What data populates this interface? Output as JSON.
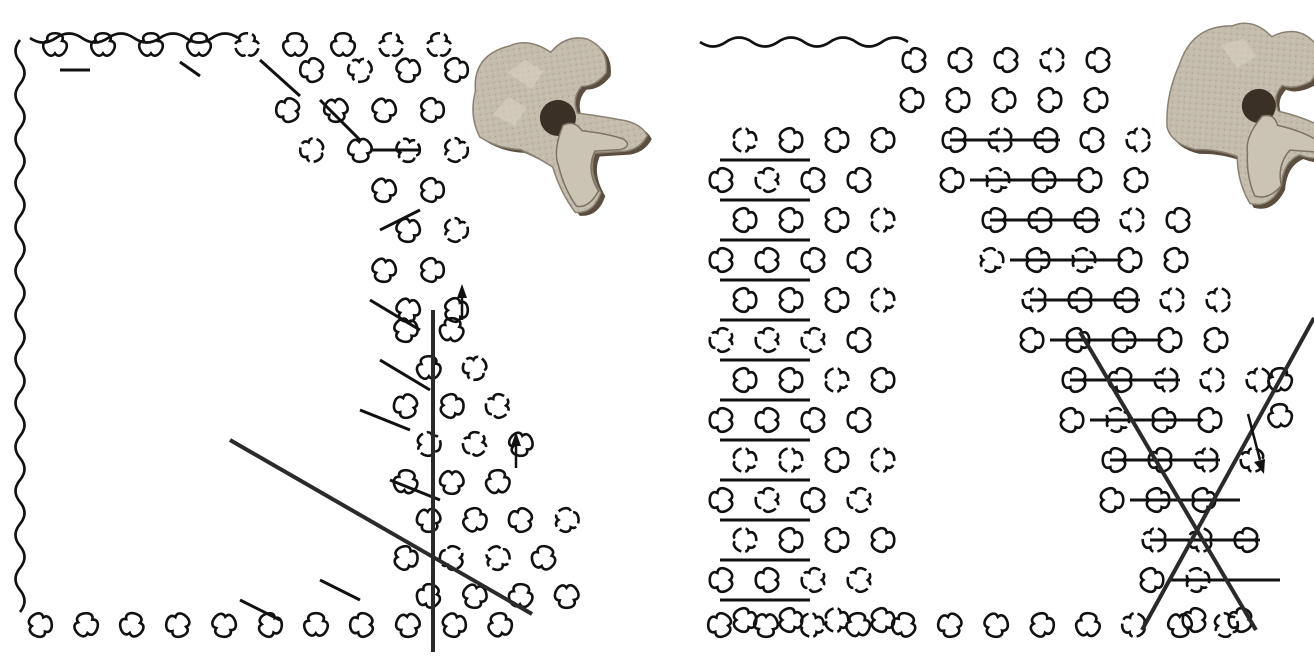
{
  "figure": {
    "panels": [
      {
        "id": "left",
        "shape": "rectangle-tiling",
        "has_photo": true,
        "cut_lines": 2,
        "arrows": 2
      },
      {
        "id": "right",
        "shape": "parallelogram-tiling",
        "has_photo": true,
        "cut_lines": 2,
        "arrows": 1
      }
    ]
  },
  "colors": {
    "ink": "#111111",
    "cut_line": "#2a2a2a",
    "stone": "#bfb7a8",
    "stone_dark": "#8a8172",
    "stone_shadow": "#5b4e3e",
    "background": "#ffffff"
  }
}
